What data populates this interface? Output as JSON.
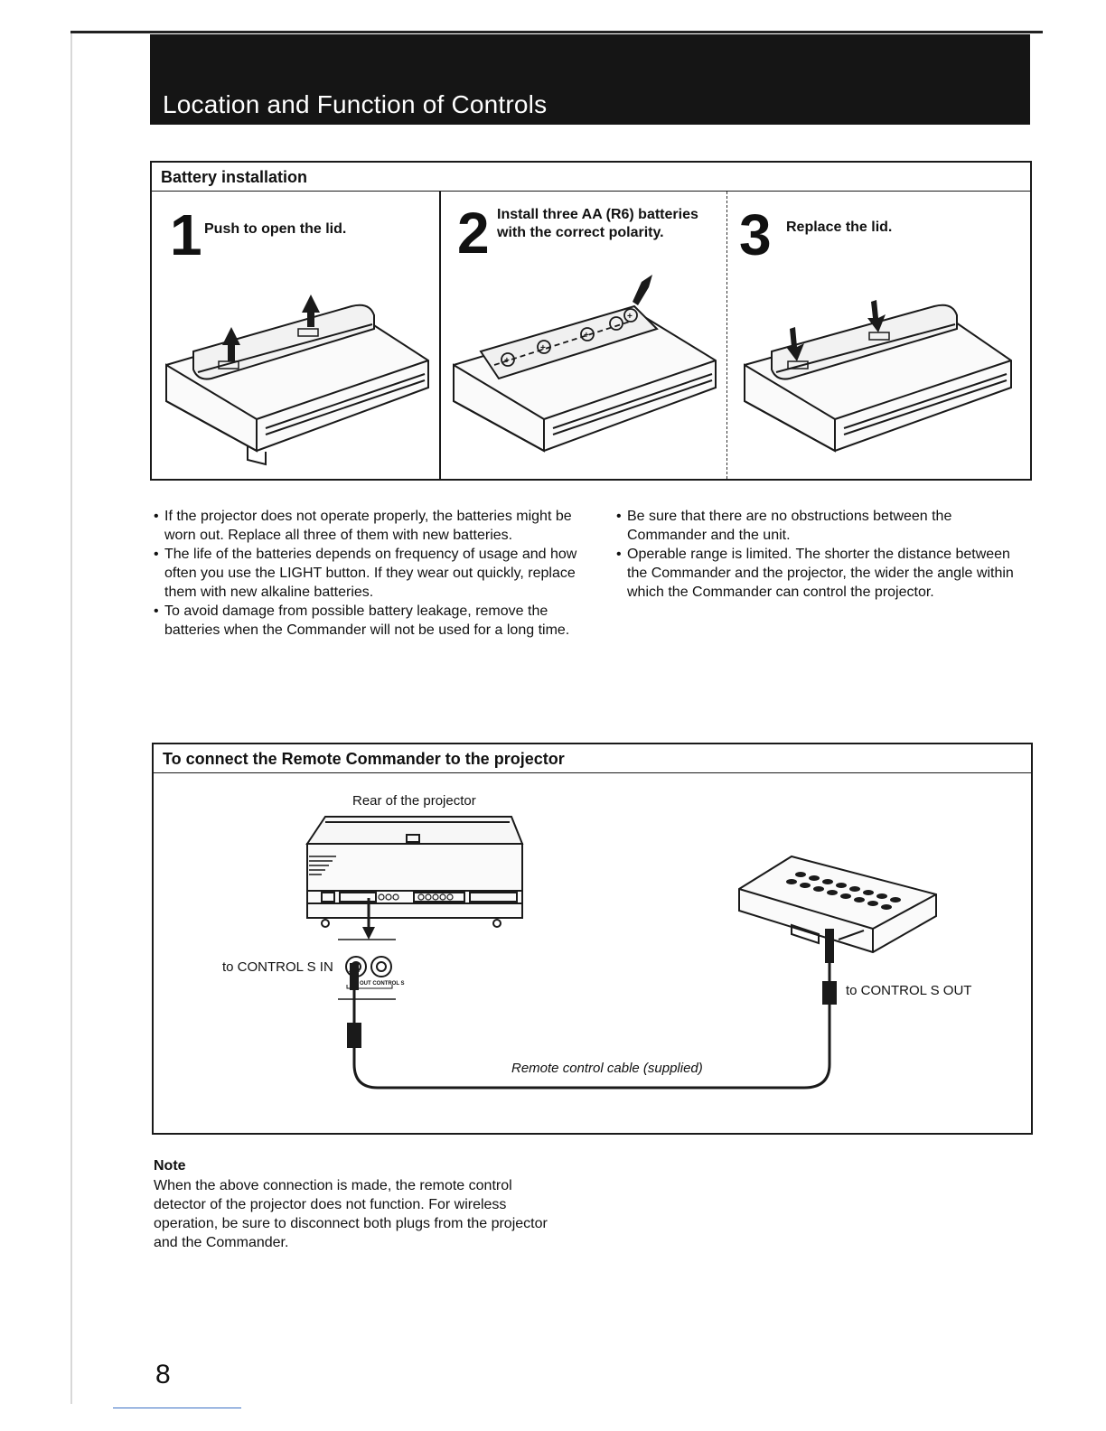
{
  "header": {
    "title": "Location and Function of Controls"
  },
  "battery": {
    "heading": "Battery installation",
    "steps": [
      {
        "num": "1",
        "text": "Push to open the lid."
      },
      {
        "num": "2",
        "text": "Install three AA (R6) batteries with the correct polarity."
      },
      {
        "num": "3",
        "text": "Replace the lid."
      }
    ]
  },
  "notes_left": [
    "If the projector does not operate properly, the batteries might be worn out. Replace all three of them with new batteries.",
    "The life of the batteries depends on frequency of usage and how often you use the LIGHT button. If they wear out quickly, replace them with new alkaline batteries.",
    "To avoid damage from possible battery leakage, remove the batteries when the Commander will not be used for a long time."
  ],
  "notes_right": [
    "Be sure that there are no obstructions between the Commander and the unit.",
    "Operable range is limited. The shorter the distance between the Commander and the projector, the wider the angle within which the Commander can control the projector."
  ],
  "connect": {
    "heading": "To connect the Remote Commander to the projector",
    "rear_label": "Rear of the projector",
    "in_label": "to CONTROL S IN",
    "out_label": "to CONTROL S OUT",
    "cable_label": "Remote control cable (supplied)",
    "jack_label": "OUT CONTROL S"
  },
  "note": {
    "heading": "Note",
    "text": "When the above connection is made, the remote control detector of the projector does not function. For wireless operation, be sure to disconnect both plugs from the projector and the Commander."
  },
  "page_number": "8"
}
